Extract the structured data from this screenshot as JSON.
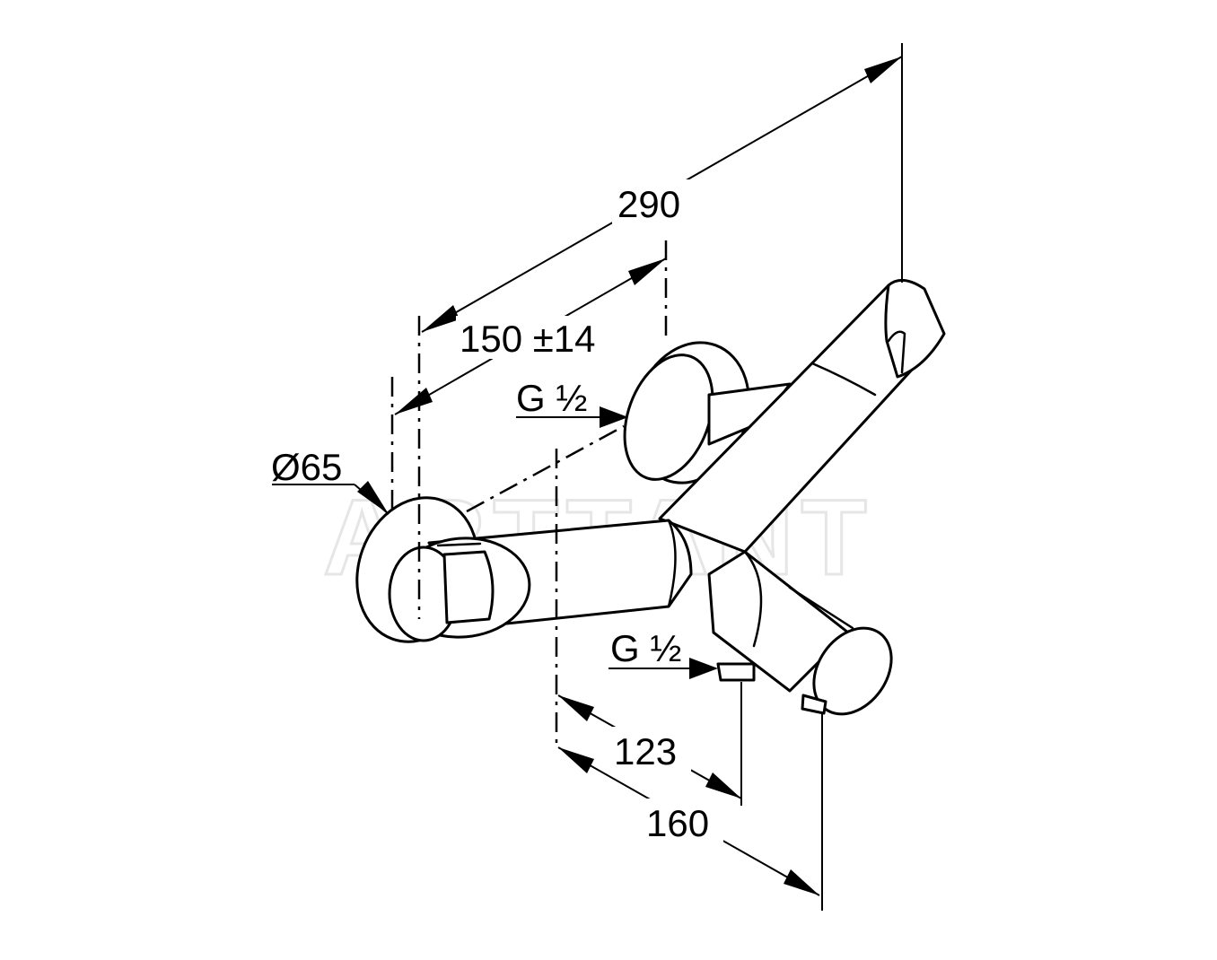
{
  "watermark": "ARTTANT",
  "dimensions": {
    "overall_length": "290",
    "center_distance": "150 ±14",
    "rosette_diameter": "Ø65",
    "inlet_thread": "G ½",
    "outlet_thread": "G ½",
    "spout_projection": "123",
    "total_projection": "160"
  }
}
